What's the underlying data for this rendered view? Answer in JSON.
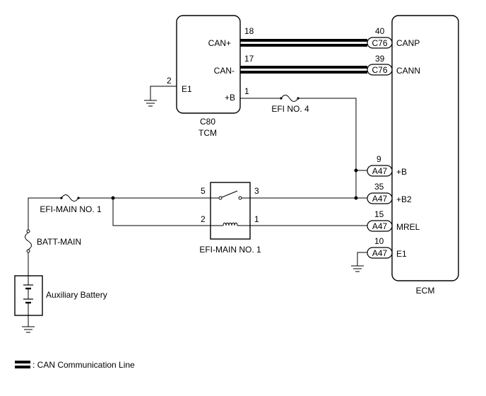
{
  "tcm": {
    "ref": "C80",
    "name": "TCM",
    "pins": {
      "can_plus": {
        "label": "CAN+",
        "no": "18"
      },
      "can_minus": {
        "label": "CAN-",
        "no": "17"
      },
      "e1": {
        "label": "E1",
        "no": "2"
      },
      "b": {
        "label": "+B",
        "no": "1"
      }
    }
  },
  "ecm": {
    "name": "ECM",
    "pins": {
      "canp": {
        "label": "CANP",
        "no": "40",
        "conn": "C76"
      },
      "cann": {
        "label": "CANN",
        "no": "39",
        "conn": "C76"
      },
      "b": {
        "label": "+B",
        "no": "9",
        "conn": "A47"
      },
      "b2": {
        "label": "+B2",
        "no": "35",
        "conn": "A47"
      },
      "mrel": {
        "label": "MREL",
        "no": "15",
        "conn": "A47"
      },
      "e1": {
        "label": "E1",
        "no": "10",
        "conn": "A47"
      }
    }
  },
  "fuses": {
    "efi4": "EFI NO. 4",
    "efi_main": "EFI-MAIN NO. 1",
    "batt_main": "BATT-MAIN"
  },
  "relay": {
    "name": "EFI-MAIN NO. 1",
    "pin5": "5",
    "pin3": "3",
    "pin2": "2",
    "pin1": "1"
  },
  "battery": {
    "label": "Auxiliary Battery"
  },
  "legend": {
    "text": ": CAN Communication Line"
  }
}
